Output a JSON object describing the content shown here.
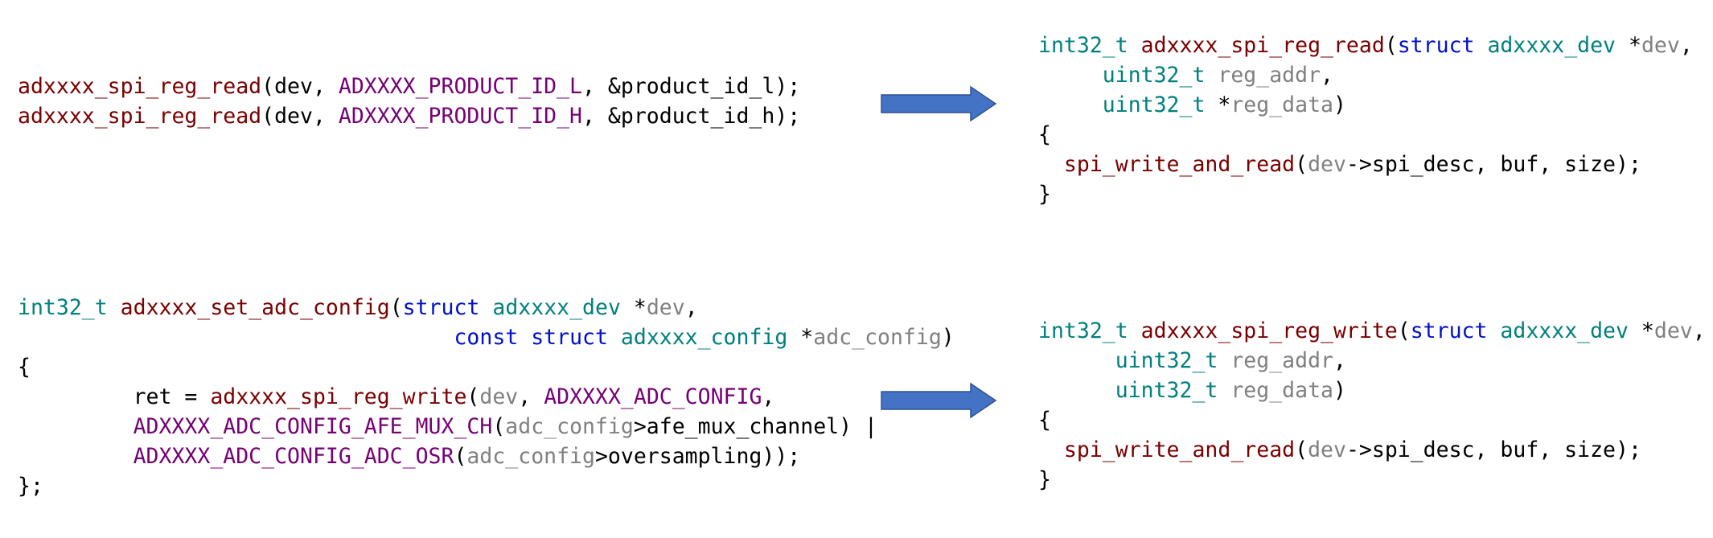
{
  "colors": {
    "function": "#7a0000",
    "type": "#00807d",
    "keyword": "#0010c8",
    "macro": "#760076",
    "variable": "#808080",
    "plain": "#000000",
    "arrow_fill": "#4472c4",
    "arrow_stroke": "#2f528f"
  },
  "icons": {
    "arrow": "right-arrow-icon"
  },
  "blocks": [
    {
      "name": "call-spi-reg-read",
      "lines": [
        [
          {
            "t": "adxxxx_spi_reg_read",
            "c": "fn"
          },
          {
            "t": "(dev, ",
            "c": "plain"
          },
          {
            "t": "ADXXXX_PRODUCT_ID_L",
            "c": "mac"
          },
          {
            "t": ", &product_id_l);",
            "c": "plain"
          }
        ],
        [
          {
            "t": "adxxxx_spi_reg_read",
            "c": "fn"
          },
          {
            "t": "(dev, ",
            "c": "plain"
          },
          {
            "t": "ADXXXX_PRODUCT_ID_H",
            "c": "mac"
          },
          {
            "t": ", &product_id_h);",
            "c": "plain"
          }
        ]
      ]
    },
    {
      "name": "def-spi-reg-read",
      "lines": [
        [
          {
            "t": "int32_t",
            "c": "type"
          },
          {
            "t": " ",
            "c": "plain"
          },
          {
            "t": "adxxxx_spi_reg_read",
            "c": "fn"
          },
          {
            "t": "(",
            "c": "plain"
          },
          {
            "t": "struct",
            "c": "kw"
          },
          {
            "t": " ",
            "c": "plain"
          },
          {
            "t": "adxxxx_dev",
            "c": "type"
          },
          {
            "t": " *",
            "c": "plain"
          },
          {
            "t": "dev",
            "c": "var"
          },
          {
            "t": ",",
            "c": "plain"
          }
        ],
        [
          {
            "t": "     ",
            "c": "plain"
          },
          {
            "t": "uint32_t",
            "c": "type"
          },
          {
            "t": " ",
            "c": "plain"
          },
          {
            "t": "reg_addr",
            "c": "var"
          },
          {
            "t": ",",
            "c": "plain"
          }
        ],
        [
          {
            "t": "     ",
            "c": "plain"
          },
          {
            "t": "uint32_t",
            "c": "type"
          },
          {
            "t": " *",
            "c": "plain"
          },
          {
            "t": "reg_data",
            "c": "var"
          },
          {
            "t": ")",
            "c": "plain"
          }
        ],
        [
          {
            "t": "{",
            "c": "plain"
          }
        ],
        [
          {
            "t": "  ",
            "c": "plain"
          },
          {
            "t": "spi_write_and_read",
            "c": "fn"
          },
          {
            "t": "(",
            "c": "plain"
          },
          {
            "t": "dev",
            "c": "var"
          },
          {
            "t": "->spi_desc, buf, size);",
            "c": "plain"
          }
        ],
        [
          {
            "t": "}",
            "c": "plain"
          }
        ]
      ]
    },
    {
      "name": "def-set-adc-config",
      "lines": [
        [
          {
            "t": "int32_t",
            "c": "type"
          },
          {
            "t": " ",
            "c": "plain"
          },
          {
            "t": "adxxxx_set_adc_config",
            "c": "fn"
          },
          {
            "t": "(",
            "c": "plain"
          },
          {
            "t": "struct",
            "c": "kw"
          },
          {
            "t": " ",
            "c": "plain"
          },
          {
            "t": "adxxxx_dev",
            "c": "type"
          },
          {
            "t": " *",
            "c": "plain"
          },
          {
            "t": "dev",
            "c": "var"
          },
          {
            "t": ",",
            "c": "plain"
          }
        ],
        [
          {
            "t": "                                  ",
            "c": "plain"
          },
          {
            "t": "const",
            "c": "kw"
          },
          {
            "t": " ",
            "c": "plain"
          },
          {
            "t": "struct",
            "c": "kw"
          },
          {
            "t": " ",
            "c": "plain"
          },
          {
            "t": "adxxxx_config",
            "c": "type"
          },
          {
            "t": " *",
            "c": "plain"
          },
          {
            "t": "adc_config",
            "c": "var"
          },
          {
            "t": ")",
            "c": "plain"
          }
        ],
        [
          {
            "t": "{",
            "c": "plain"
          }
        ],
        [
          {
            "t": "         ret = ",
            "c": "plain"
          },
          {
            "t": "adxxxx_spi_reg_write",
            "c": "fn"
          },
          {
            "t": "(",
            "c": "plain"
          },
          {
            "t": "dev",
            "c": "var"
          },
          {
            "t": ", ",
            "c": "plain"
          },
          {
            "t": "ADXXXX_ADC_CONFIG",
            "c": "mac"
          },
          {
            "t": ",",
            "c": "plain"
          }
        ],
        [
          {
            "t": "         ",
            "c": "plain"
          },
          {
            "t": "ADXXXX_ADC_CONFIG_AFE_MUX_CH",
            "c": "mac"
          },
          {
            "t": "(",
            "c": "plain"
          },
          {
            "t": "adc_config",
            "c": "var"
          },
          {
            "t": ">afe_mux_channel) |",
            "c": "plain"
          }
        ],
        [
          {
            "t": "         ",
            "c": "plain"
          },
          {
            "t": "ADXXXX_ADC_CONFIG_ADC_OSR",
            "c": "mac"
          },
          {
            "t": "(",
            "c": "plain"
          },
          {
            "t": "adc_config",
            "c": "var"
          },
          {
            "t": ">oversampling));",
            "c": "plain"
          }
        ],
        [
          {
            "t": "};",
            "c": "plain"
          }
        ]
      ]
    },
    {
      "name": "def-spi-reg-write",
      "lines": [
        [
          {
            "t": "int32_t",
            "c": "type"
          },
          {
            "t": " ",
            "c": "plain"
          },
          {
            "t": "adxxxx_spi_reg_write",
            "c": "fn"
          },
          {
            "t": "(",
            "c": "plain"
          },
          {
            "t": "struct",
            "c": "kw"
          },
          {
            "t": " ",
            "c": "plain"
          },
          {
            "t": "adxxxx_dev",
            "c": "type"
          },
          {
            "t": " *",
            "c": "plain"
          },
          {
            "t": "dev",
            "c": "var"
          },
          {
            "t": ",",
            "c": "plain"
          }
        ],
        [
          {
            "t": "      ",
            "c": "plain"
          },
          {
            "t": "uint32_t",
            "c": "type"
          },
          {
            "t": " ",
            "c": "plain"
          },
          {
            "t": "reg_addr",
            "c": "var"
          },
          {
            "t": ",",
            "c": "plain"
          }
        ],
        [
          {
            "t": "      ",
            "c": "plain"
          },
          {
            "t": "uint32_t",
            "c": "type"
          },
          {
            "t": " ",
            "c": "plain"
          },
          {
            "t": "reg_data",
            "c": "var"
          },
          {
            "t": ")",
            "c": "plain"
          }
        ],
        [
          {
            "t": "{",
            "c": "plain"
          }
        ],
        [
          {
            "t": "  ",
            "c": "plain"
          },
          {
            "t": "spi_write_and_read",
            "c": "fn"
          },
          {
            "t": "(",
            "c": "plain"
          },
          {
            "t": "dev",
            "c": "var"
          },
          {
            "t": "->spi_desc, buf, size);",
            "c": "plain"
          }
        ],
        [
          {
            "t": "}",
            "c": "plain"
          }
        ]
      ]
    }
  ]
}
